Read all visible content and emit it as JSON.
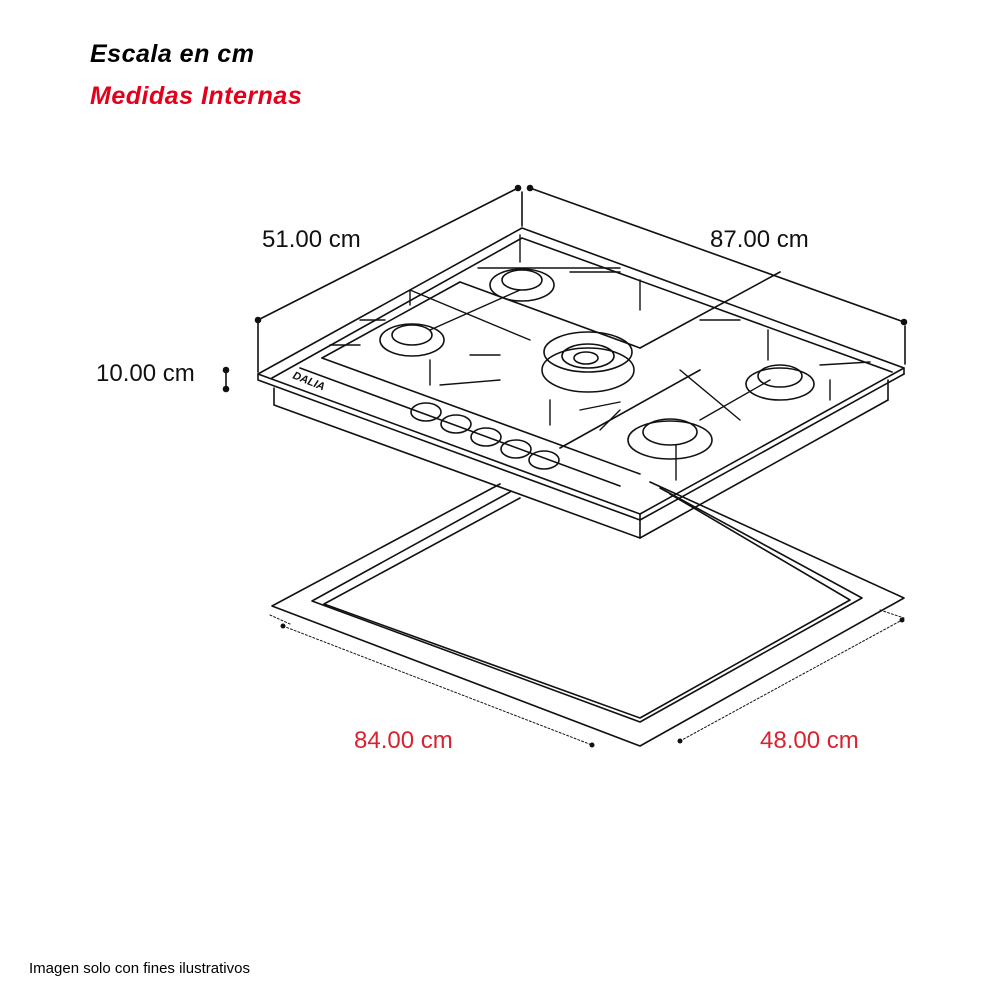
{
  "header": {
    "scale_note": "Escala en cm",
    "subtitle": "Medidas Internas"
  },
  "dimensions": {
    "depth": "51.00 cm",
    "width": "87.00 cm",
    "height": "10.00 cm",
    "cutout_width": "84.00 cm",
    "cutout_depth": "48.00 cm"
  },
  "product": {
    "brand_logo": "DALIA",
    "type": "gas cooktop",
    "burners": 5,
    "knobs": 5
  },
  "colors": {
    "text": "#000000",
    "accent_red": "#e3001b",
    "internal_dims_red": "#d8232f",
    "line": "#111111"
  },
  "footer": {
    "disclaimer": "Imagen solo con fines ilustrativos"
  }
}
